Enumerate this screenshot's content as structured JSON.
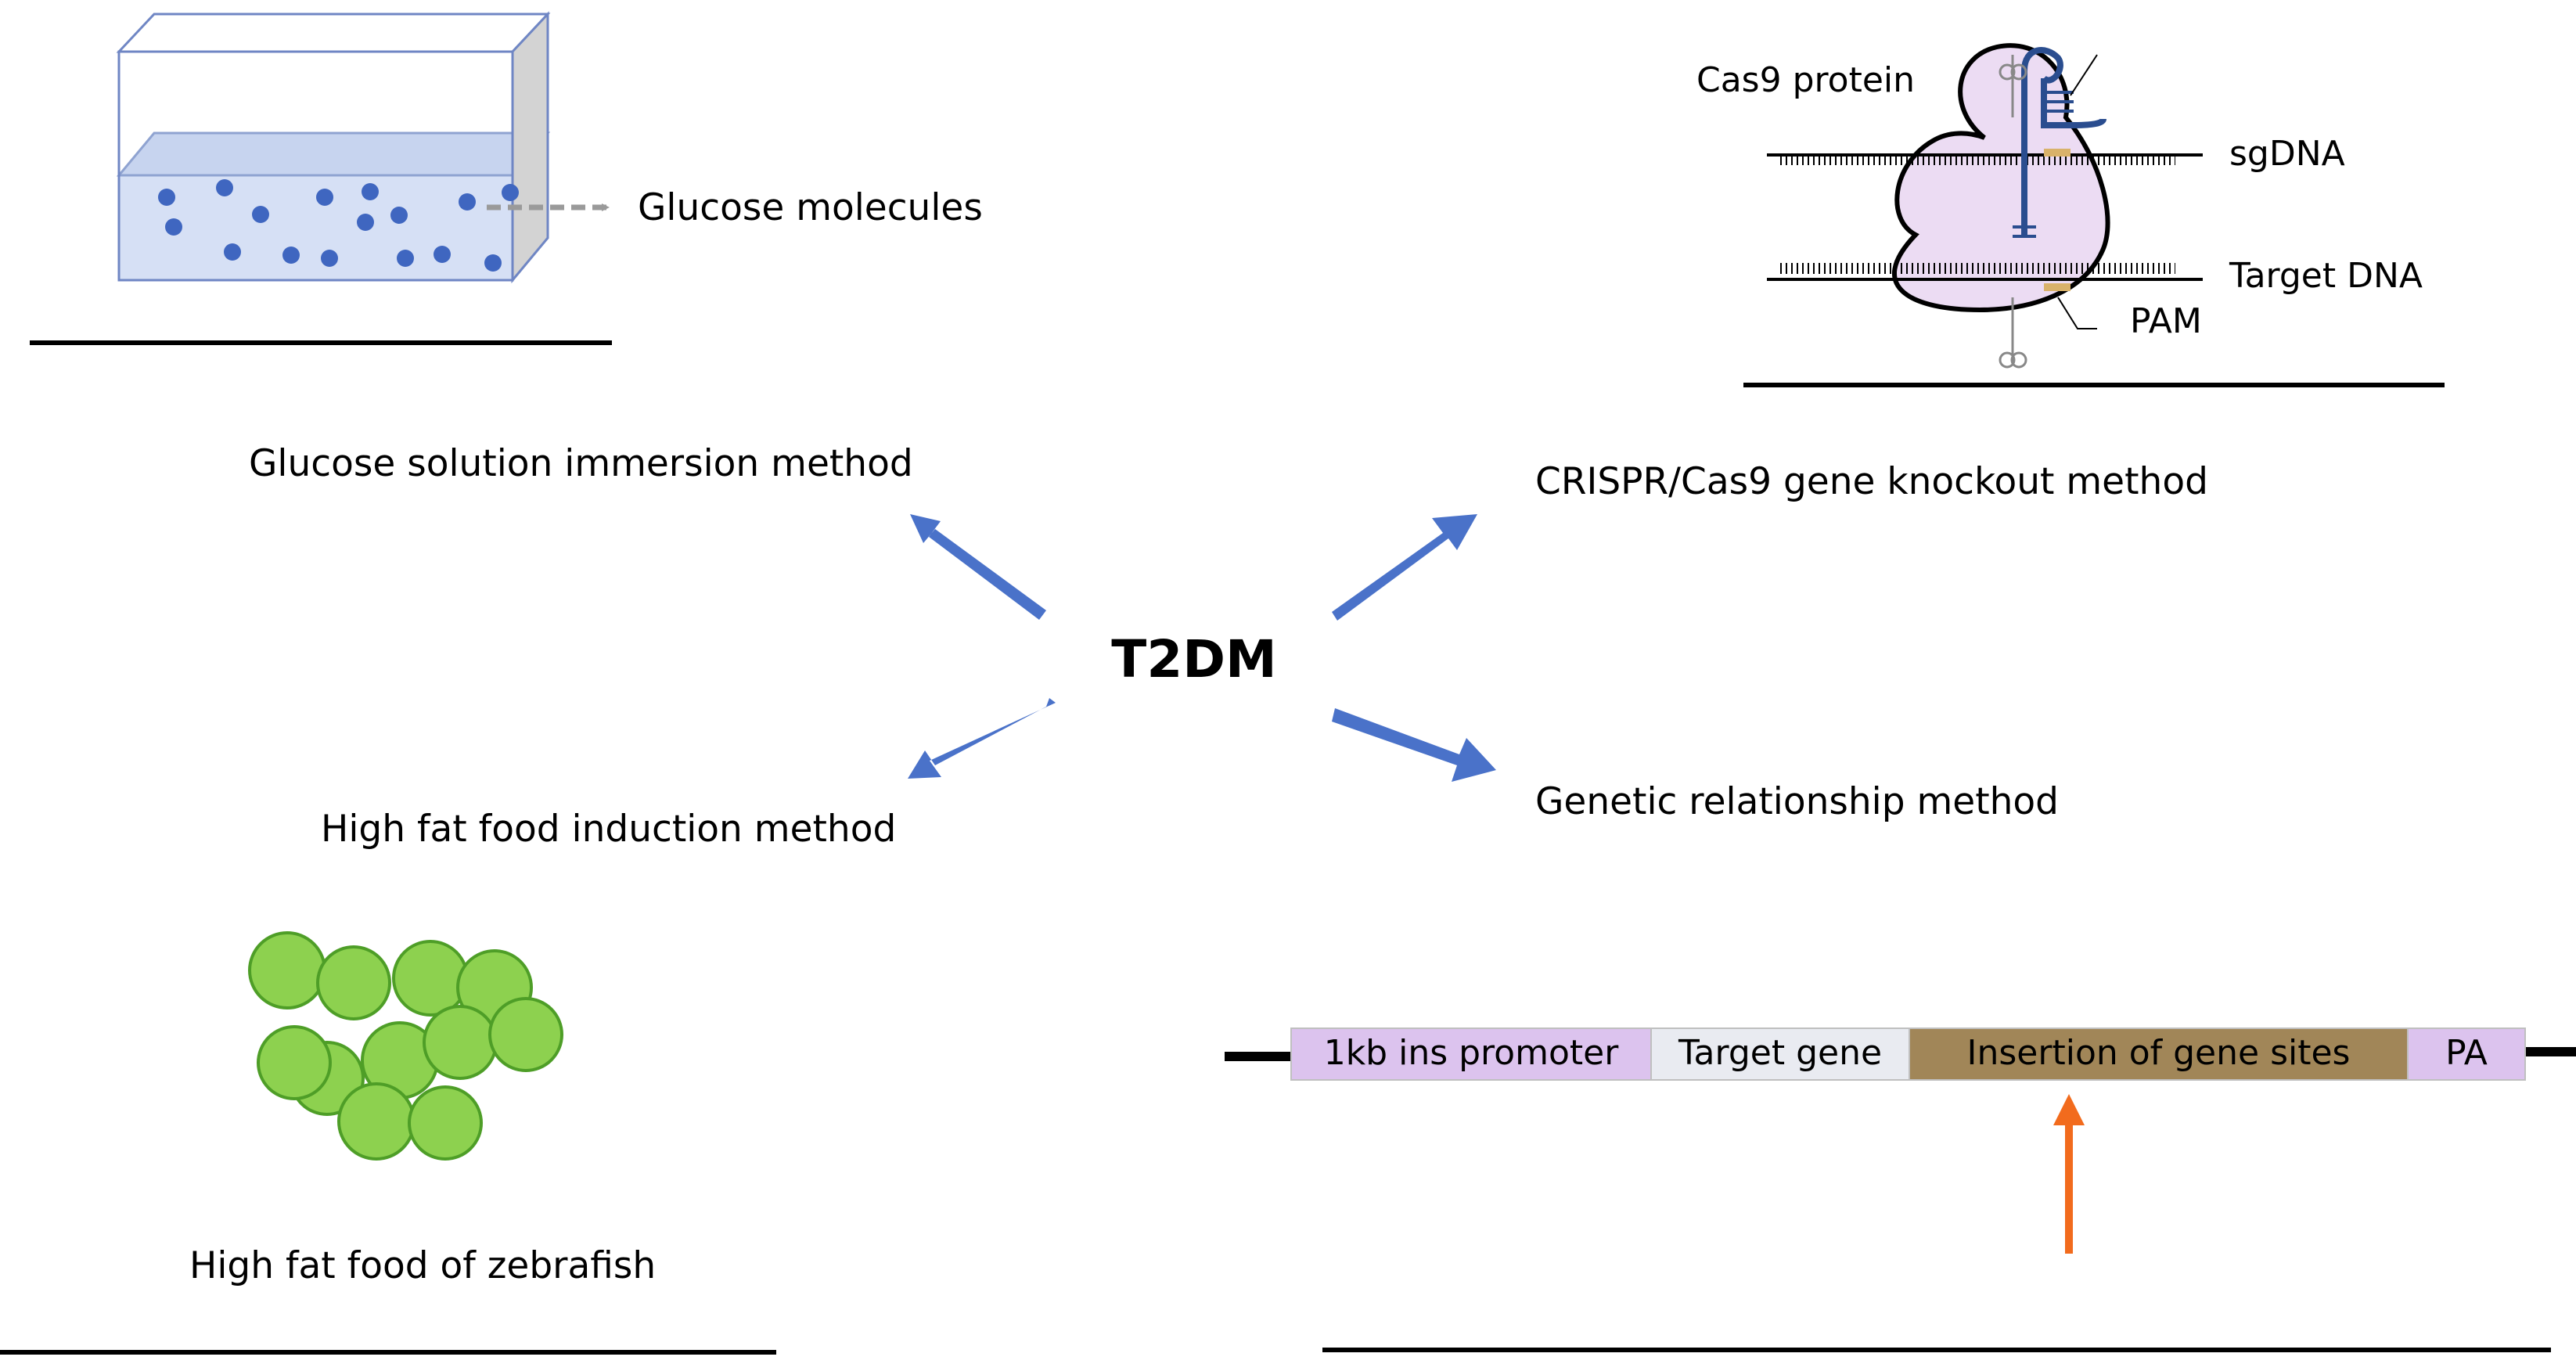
{
  "center": {
    "title": "T2DM"
  },
  "methods": {
    "glucose_immersion": {
      "label": "Glucose solution immersion method",
      "annotation": "Glucose molecules"
    },
    "crispr": {
      "label": "CRISPR/Cas9 gene knockout method",
      "protein_label": "Cas9 protein",
      "sg_label": "sgDNA",
      "target_label": "Target DNA",
      "pam_label": "PAM"
    },
    "high_fat": {
      "label": "High fat food induction method",
      "caption": "High fat food of zebrafish"
    },
    "genetic": {
      "label": "Genetic relationship method",
      "construct": [
        {
          "label": "1kb ins promoter",
          "color": "#dcc3ee"
        },
        {
          "label": "Target gene",
          "color": "#e9ebf1"
        },
        {
          "label": "Insertion of gene sites",
          "color": "#a18658"
        },
        {
          "label": "PA",
          "color": "#dcc3ee"
        }
      ]
    }
  },
  "colors": {
    "arrow": "#4a72c9",
    "molecule": "#3f66c0",
    "liquid": "#d6e0f5",
    "food": "#8dd14f",
    "food_stroke": "#4e9e27",
    "cas9": "#ecdcf3",
    "rna": "#2a4d8f",
    "insertion_arrow": "#f26b1d"
  }
}
